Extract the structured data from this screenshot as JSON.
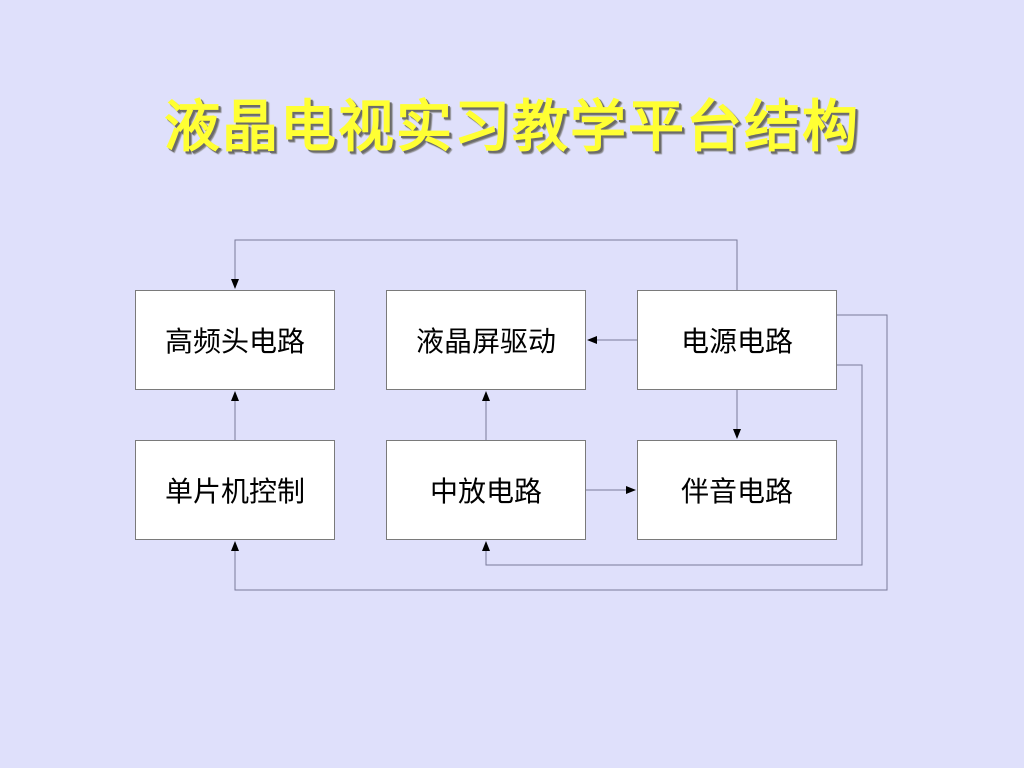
{
  "slide": {
    "title": "液晶电视实习教学平台结构",
    "background_color": "#dfe0fb",
    "title_color": "#ffff33"
  },
  "blocks": {
    "rf": "高频头电路",
    "lcd_driver": "液晶屏驱动",
    "power": "电源电路",
    "mcu": "单片机控制",
    "if_amp": "中放电路",
    "audio": "伴音电路"
  },
  "connections": [
    {
      "from": "power",
      "to": "rf"
    },
    {
      "from": "power",
      "to": "lcd_driver"
    },
    {
      "from": "power",
      "to": "audio"
    },
    {
      "from": "power",
      "to": "if_amp"
    },
    {
      "from": "power",
      "to": "mcu"
    },
    {
      "from": "mcu",
      "to": "rf"
    },
    {
      "from": "if_amp",
      "to": "lcd_driver"
    },
    {
      "from": "if_amp",
      "to": "audio"
    }
  ]
}
